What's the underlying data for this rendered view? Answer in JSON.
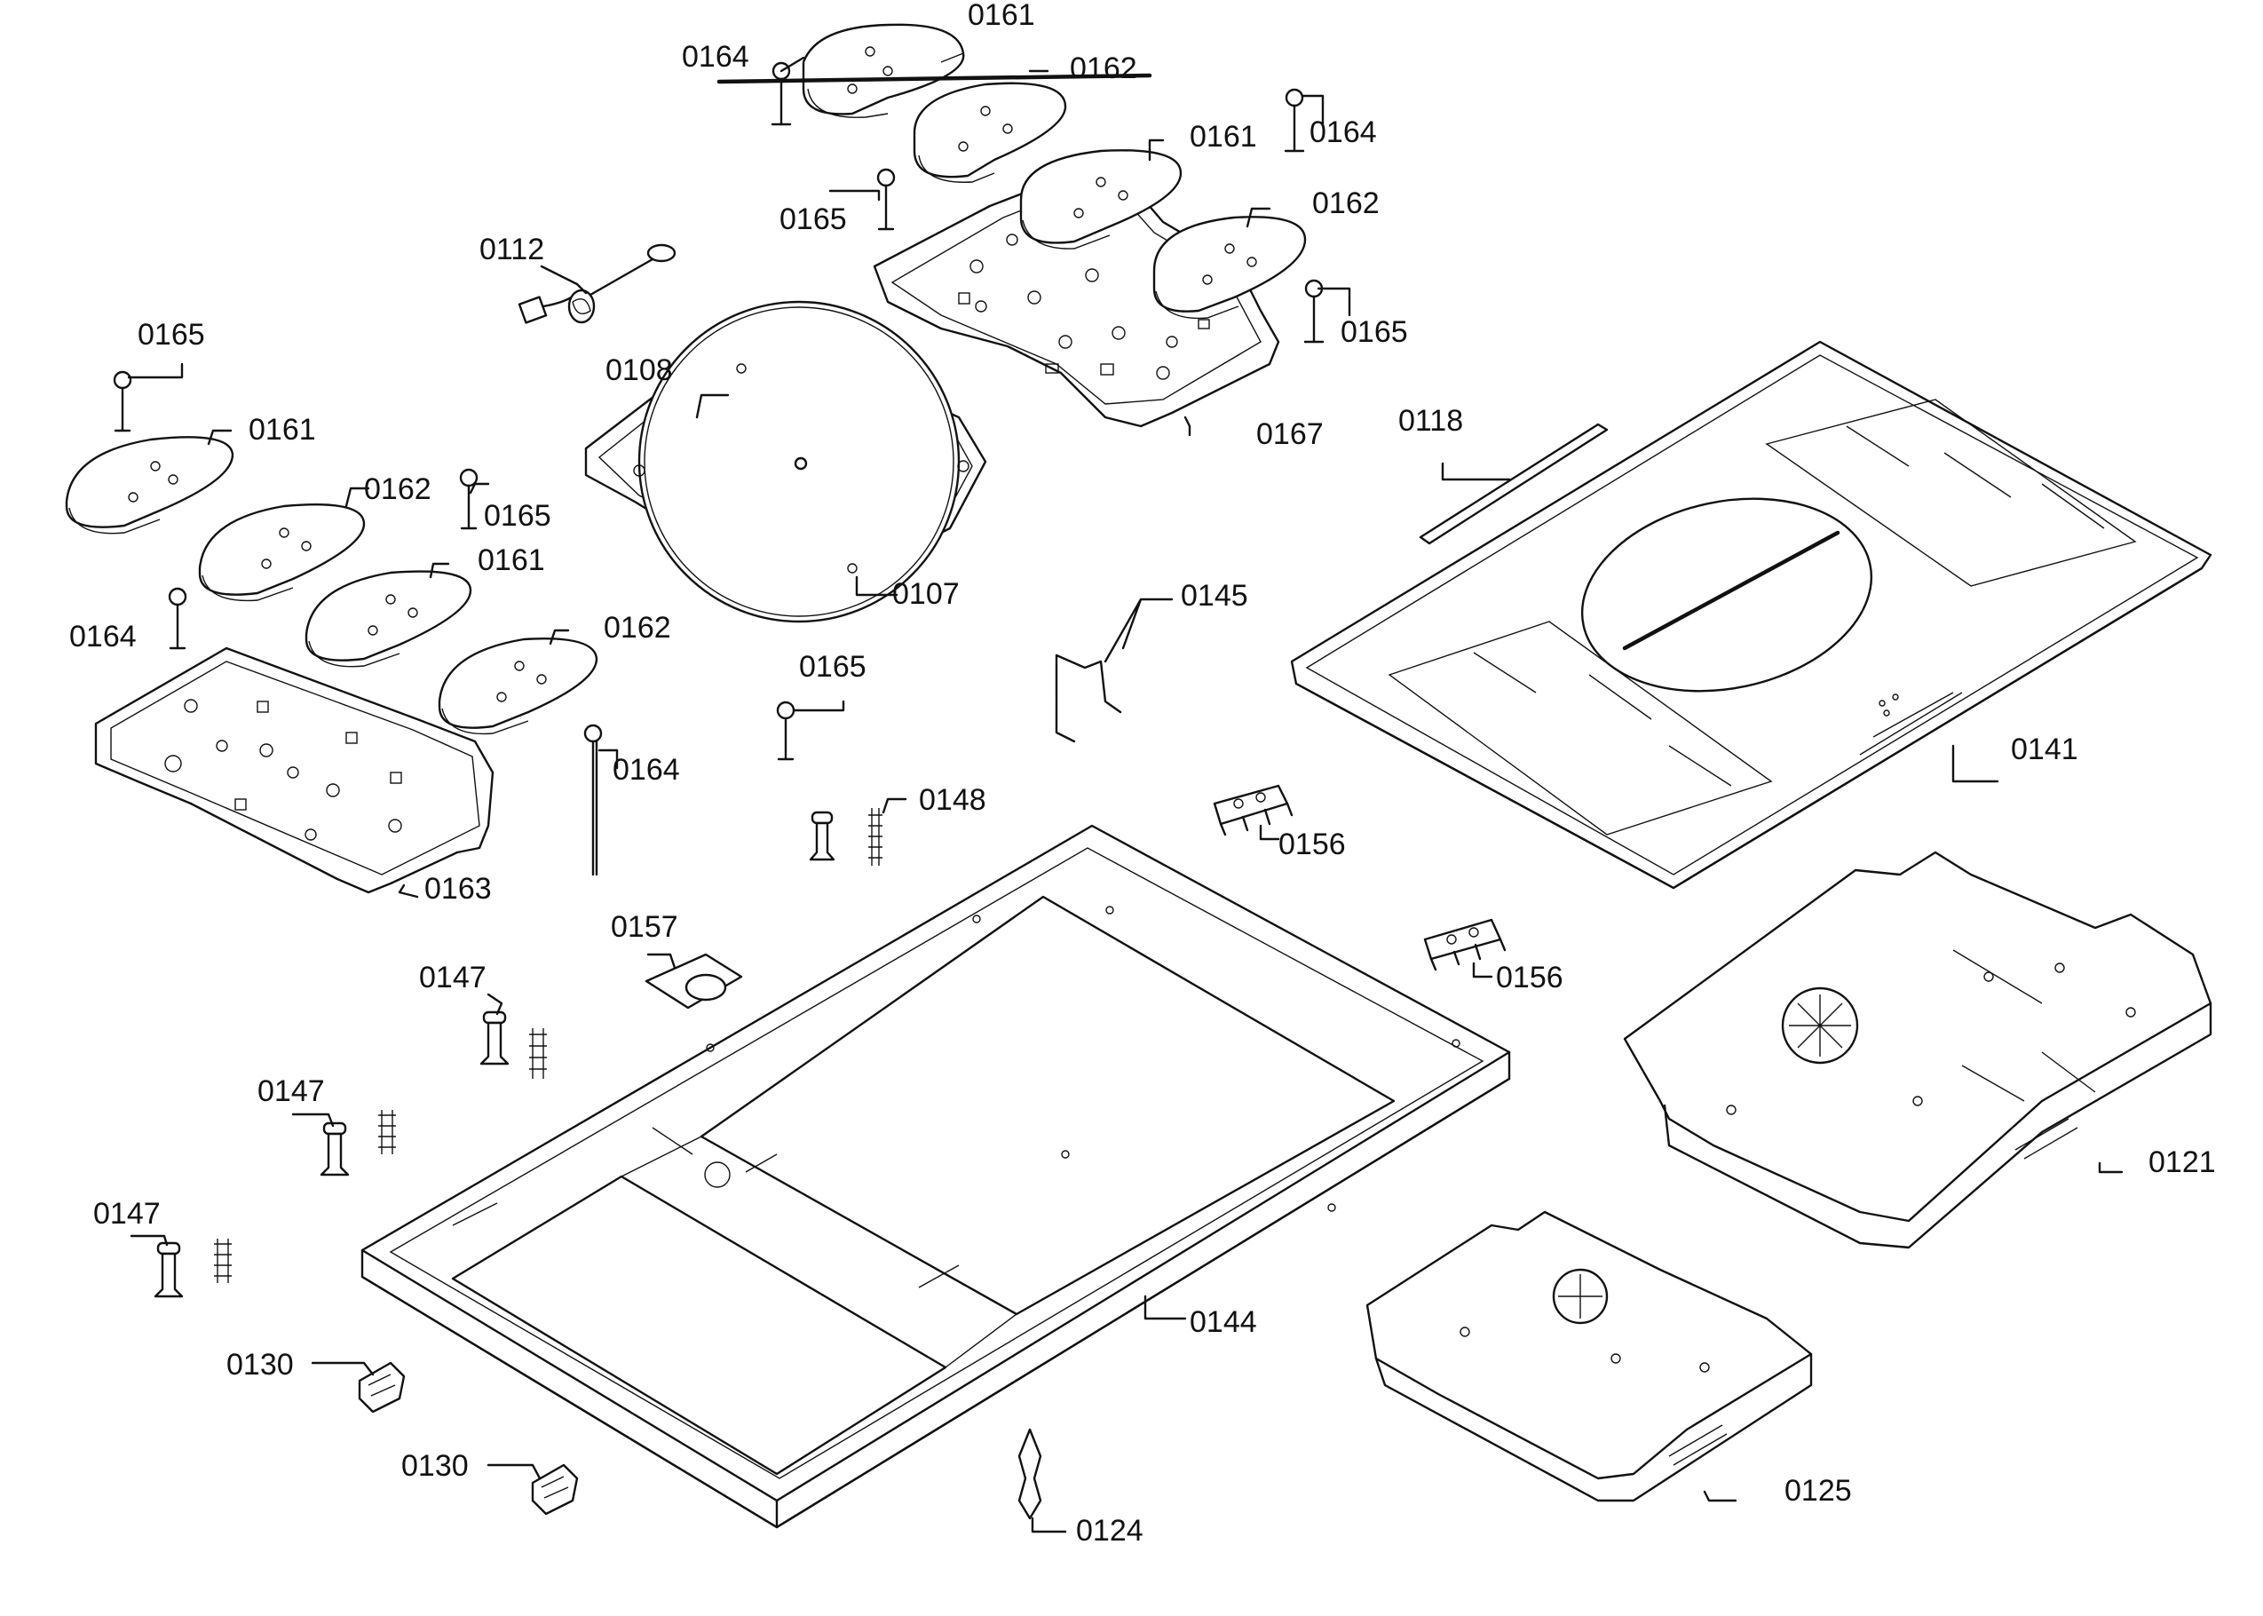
{
  "labels": {
    "l0161a": "0161",
    "l0164a": "0164",
    "l0162a": "0162",
    "l0164b": "0164",
    "l0161b": "0161",
    "l0165a": "0165",
    "l0162b": "0162",
    "l0112": "0112",
    "l0165b": "0165",
    "l0165c": "0165",
    "l0108": "0108",
    "l0161c": "0161",
    "l0167": "0167",
    "l0118": "0118",
    "l0162c": "0162",
    "l0165d": "0165",
    "l0161d": "0161",
    "l0107": "0107",
    "l0164c": "0164",
    "l0145": "0145",
    "l0162d": "0162",
    "l0165e": "0165",
    "l0164d": "0164",
    "l0141": "0141",
    "l0148": "0148",
    "l0156a": "0156",
    "l0163": "0163",
    "l0157": "0157",
    "l0156b": "0156",
    "l0147a": "0147",
    "l0147b": "0147",
    "l0121": "0121",
    "l0147c": "0147",
    "l0144": "0144",
    "l0130a": "0130",
    "l0130b": "0130",
    "l0125": "0125",
    "l0124": "0124"
  }
}
